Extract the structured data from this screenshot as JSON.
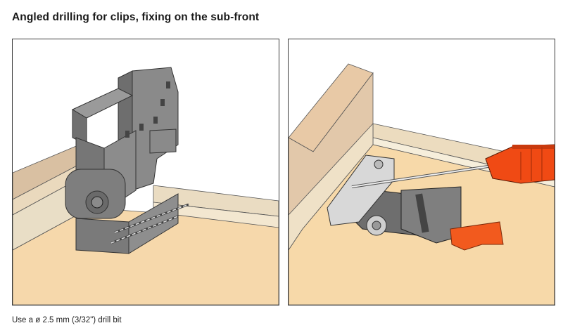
{
  "page": {
    "title": "Angled drilling for clips, fixing on the sub-front",
    "caption": "Use a ø 2.5 mm (3/32\") drill bit"
  },
  "panels": [
    {
      "name": "drilling-jig-illustration"
    },
    {
      "name": "screwdriver-clip-illustration"
    }
  ],
  "colors": {
    "wood_top": "#f3d7ae",
    "wood_side": "#e2c7a6",
    "jig_grey": "#7d7d7d",
    "screwdriver_orange": "#f04a14",
    "release_lever_orange": "#f25a1e"
  }
}
